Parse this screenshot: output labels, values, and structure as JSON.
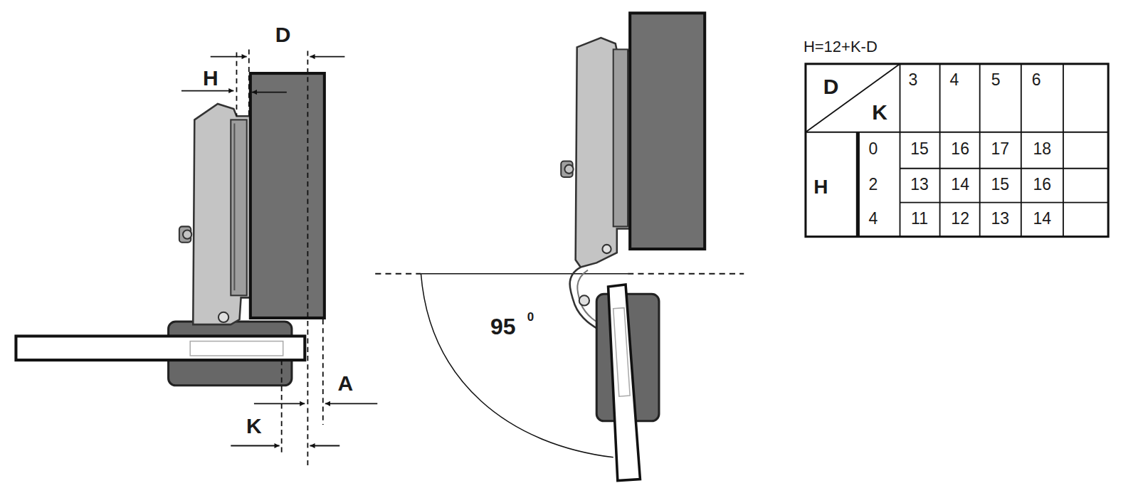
{
  "diagram": {
    "labels": [
      "D",
      "H",
      "K",
      "A",
      "95",
      "0",
      "H=12+K-D",
      "D",
      "K",
      "3",
      "4",
      "5",
      "6",
      "H",
      "0",
      "2",
      "4",
      "15",
      "16",
      "17",
      "18",
      "13",
      "14",
      "15",
      "16",
      "11",
      "12",
      "13",
      "14"
    ]
  }
}
